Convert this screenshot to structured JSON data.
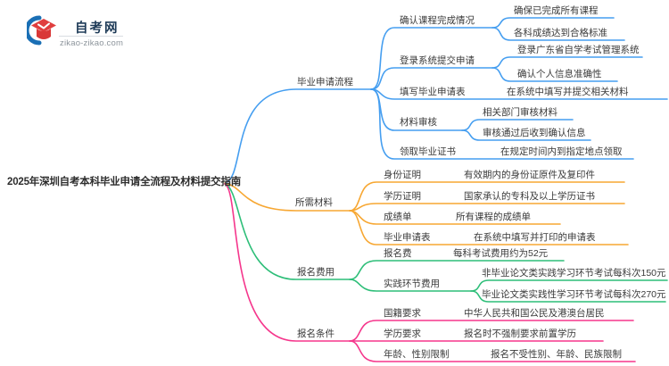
{
  "logo": {
    "site_name": "自考网",
    "site_url": "zikao-zikao.com"
  },
  "colors": {
    "branch_blue": "#459EF0",
    "branch_orange": "#F7A732",
    "branch_green": "#2DBE78",
    "branch_pink": "#F5368C",
    "logo_blue": "#1A6FB5",
    "logo_red": "#E03E3E",
    "text": "#3a3a3a"
  },
  "mindmap": {
    "title": "2025年深圳自考本科毕业申请全流程及材料提交指南",
    "branches": [
      {
        "label": "毕业申请流程",
        "color": "#459EF0",
        "children": [
          {
            "label": "确认课程完成情况",
            "children": [
              {
                "label": "确保已完成所有课程"
              },
              {
                "label": "各科成绩达到合格标准"
              }
            ]
          },
          {
            "label": "登录系统提交申请",
            "children": [
              {
                "label": "登录广东省自学考试管理系统"
              },
              {
                "label": "确认个人信息准确性"
              }
            ]
          },
          {
            "label": "填写毕业申请表",
            "children": [
              {
                "label": "在系统中填写并提交相关材料"
              }
            ]
          },
          {
            "label": "材料审核",
            "children": [
              {
                "label": "相关部门审核材料"
              },
              {
                "label": "审核通过后收到确认信息"
              }
            ]
          },
          {
            "label": "领取毕业证书",
            "children": [
              {
                "label": "在规定时间内到指定地点领取"
              }
            ]
          }
        ]
      },
      {
        "label": "所需材料",
        "color": "#F7A732",
        "children": [
          {
            "label": "身份证明",
            "children": [
              {
                "label": "有效期内的身份证原件及复印件"
              }
            ]
          },
          {
            "label": "学历证明",
            "children": [
              {
                "label": "国家承认的专科及以上学历证书"
              }
            ]
          },
          {
            "label": "成绩单",
            "children": [
              {
                "label": "所有课程的成绩单"
              }
            ]
          },
          {
            "label": "毕业申请表",
            "children": [
              {
                "label": "在系统中填写并打印的申请表"
              }
            ]
          }
        ]
      },
      {
        "label": "报名费用",
        "color": "#2DBE78",
        "children": [
          {
            "label": "报名费",
            "children": [
              {
                "label": "每科考试费用约为52元"
              }
            ]
          },
          {
            "label": "实践环节费用",
            "children": [
              {
                "label": "非毕业论文类实践学习环节考试每科次150元"
              },
              {
                "label": "毕业论文类实践性学习环节考试每科次270元"
              }
            ]
          }
        ]
      },
      {
        "label": "报名条件",
        "color": "#F5368C",
        "children": [
          {
            "label": "国籍要求",
            "children": [
              {
                "label": "中华人民共和国公民及港澳台居民"
              }
            ]
          },
          {
            "label": "学历要求",
            "children": [
              {
                "label": "报名时不强制要求前置学历"
              }
            ]
          },
          {
            "label": "年龄、性别限制",
            "children": [
              {
                "label": "报名不受性别、年龄、民族限制"
              }
            ]
          }
        ]
      }
    ]
  }
}
